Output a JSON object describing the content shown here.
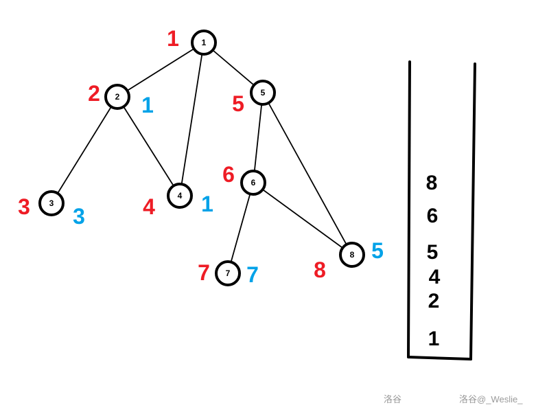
{
  "graph": {
    "nodes": [
      "1",
      "2",
      "3",
      "4",
      "5",
      "6",
      "7",
      "8"
    ],
    "edges": [
      [
        "1",
        "2"
      ],
      [
        "1",
        "4"
      ],
      [
        "1",
        "5"
      ],
      [
        "2",
        "3"
      ],
      [
        "2",
        "4"
      ],
      [
        "5",
        "6"
      ],
      [
        "5",
        "8"
      ],
      [
        "6",
        "7"
      ],
      [
        "6",
        "8"
      ]
    ],
    "order_labels": {
      "1": "1",
      "2": "2",
      "3": "3",
      "4": "4",
      "5": "5",
      "6": "6",
      "7": "7",
      "8": "8"
    },
    "low_labels": {
      "2": "1",
      "3": "3",
      "4": "1",
      "7": "7",
      "8": "5"
    }
  },
  "stack": {
    "items": [
      "8",
      "6",
      "5",
      "4",
      "2",
      "1"
    ]
  },
  "colors": {
    "order": "#ee1c25",
    "low": "#00a2e8",
    "stroke": "#000000"
  },
  "watermark": {
    "left": "洛谷",
    "right": "洛谷@_Weslie_"
  }
}
